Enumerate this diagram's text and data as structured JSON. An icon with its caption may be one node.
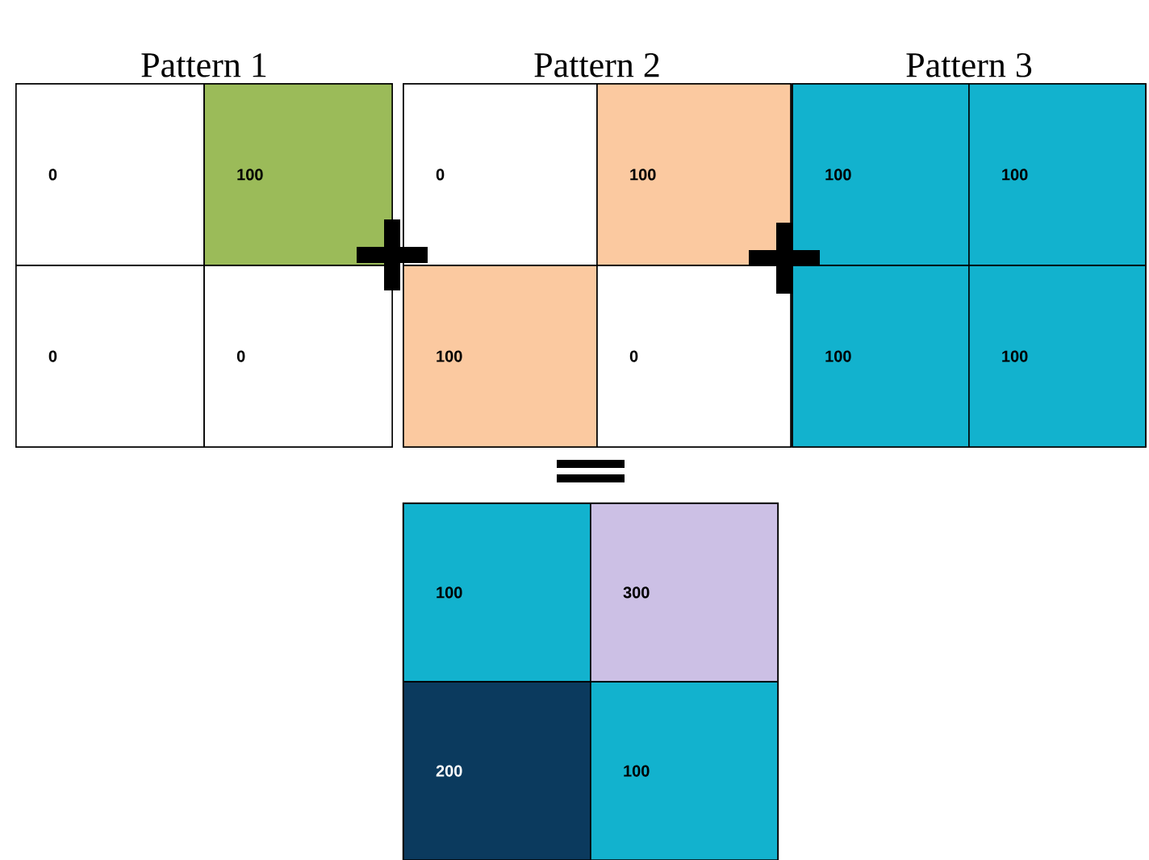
{
  "diagram": {
    "nodes": [
      {
        "text": [
          "Pattern 1"
        ]
      },
      {
        "text": [
          "0"
        ],
        "in": 0
      },
      {
        "text": [
          "100"
        ],
        "in": 0
      },
      {
        "text": [
          "0"
        ],
        "in": 0
      },
      {
        "text": [
          "0"
        ],
        "in": 0
      },
      {
        "text": [
          "Pattern 2"
        ]
      },
      {
        "text": [
          "0"
        ],
        "in": 5
      },
      {
        "text": [
          "100"
        ],
        "in": 5
      },
      {
        "text": [
          "100"
        ],
        "in": 5
      },
      {
        "text": [
          "0"
        ],
        "in": 5
      },
      {
        "text": [
          "Pattern 3"
        ]
      },
      {
        "text": [
          "100"
        ],
        "in": 10
      },
      {
        "text": [
          "100"
        ],
        "in": 10
      },
      {
        "text": [
          "100"
        ],
        "in": 10
      },
      {
        "text": [
          "100"
        ],
        "in": 10
      },
      {
        "text": [],
        "shape": "box"
      },
      {
        "text": [
          "100"
        ],
        "in": 15
      },
      {
        "text": [
          "300"
        ],
        "in": 15
      },
      {
        "text": [
          "200"
        ],
        "in": 15
      },
      {
        "text": [
          "100"
        ],
        "in": 15
      }
    ]
  }
}
